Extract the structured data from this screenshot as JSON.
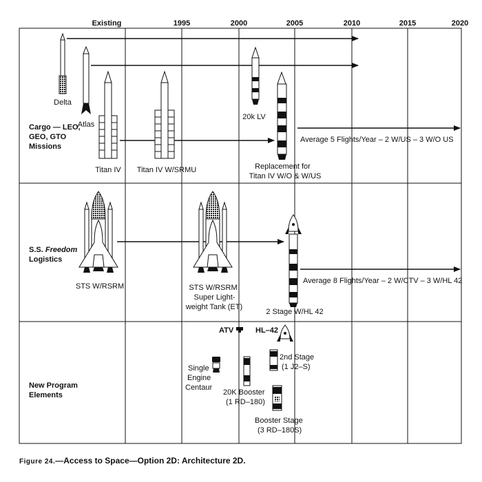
{
  "columns": {
    "existing": "Existing",
    "y1995": "1995",
    "y2000": "2000",
    "y2005": "2005",
    "y2010": "2010",
    "y2015": "2015",
    "y2020": "2020"
  },
  "rows": {
    "cargo": [
      "Cargo — LEO,",
      "GEO, GTO",
      "Missions"
    ],
    "freedom": {
      "prefix": "S.S. ",
      "italic": "Freedom",
      "line2": "Logistics"
    },
    "new_program": [
      "New Program",
      "Elements"
    ]
  },
  "vehicles": {
    "delta": "Delta",
    "atlas": "Atlas",
    "titan4": "Titan IV",
    "titan4_srmu": "Titan IV W/SRMU",
    "lv20k": "20k LV",
    "replacement": [
      "Replacement for",
      "Titan IV W/O & W/US"
    ],
    "sts_rsrm": "STS W/RSRM",
    "sts_rsrm_slwt": [
      "STS W/RSRM",
      "Super Light-",
      "weight Tank (ET)"
    ],
    "two_stage_hl42": "2 Stage W/HL 42",
    "atv": "ATV",
    "hl42": "HL–42",
    "second_stage": [
      "2nd Stage",
      "(1 J2–S)"
    ],
    "centaur": [
      "Single",
      "Engine",
      "Centaur"
    ],
    "booster_20k": [
      "20K Booster",
      "(1 RD–180)"
    ],
    "booster_stage": [
      "Booster Stage",
      "(3 RD–180S)"
    ]
  },
  "annotations": {
    "cargo_rate": "Average 5 Flights/Year – 2 W/US – 3 W/O US",
    "logistics_rate": "Average 8 Flights/Year – 2 W/CTV – 3 W/HL 42"
  },
  "caption": {
    "figure": "Figure 24.",
    "text": "—Access to Space—Option 2D: Architecture 2D."
  }
}
